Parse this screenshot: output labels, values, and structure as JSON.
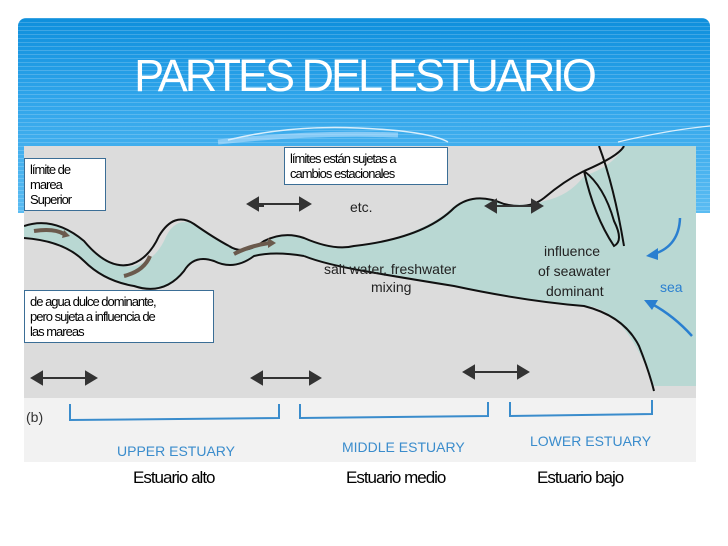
{
  "slide": {
    "title": "PARTES DEL ESTUARIO",
    "colors": {
      "title_band_top": "#0e8fdc",
      "title_band_bottom": "#5bbcf2",
      "title_text": "#ffffff",
      "diagram_land": "#dcdcdc",
      "diagram_water": "#b9d8d3",
      "diagram_blue_labels": "#2a7fd0",
      "callout_border": "#3b6e96"
    }
  },
  "callouts": {
    "upper_tidal_limit": "límite de marea Superior",
    "upper_tidal_limit_lines": [
      "límite de",
      "marea",
      "Superior"
    ],
    "seasonal_limits_lines": [
      "límites están sujetas a",
      "cambios estacionales"
    ],
    "freshwater_dominant_lines": [
      "de agua dulce dominante,",
      "pero sujeta a influencia de",
      "las mareas"
    ]
  },
  "diagram": {
    "panel_label": "(b)",
    "etc_label": "etc.",
    "mixing_label_lines": [
      "salt water, freshwater",
      "mixing"
    ],
    "seawater_label_lines": [
      "influence",
      "of seawater",
      "dominant"
    ],
    "sea_label": "sea",
    "zones": [
      {
        "english": "UPPER ESTUARY",
        "spanish": "Estuario alto"
      },
      {
        "english": "MIDDLE ESTUARY",
        "spanish": "Estuario medio"
      },
      {
        "english": "LOWER ESTUARY",
        "spanish": "Estuario bajo"
      }
    ]
  }
}
